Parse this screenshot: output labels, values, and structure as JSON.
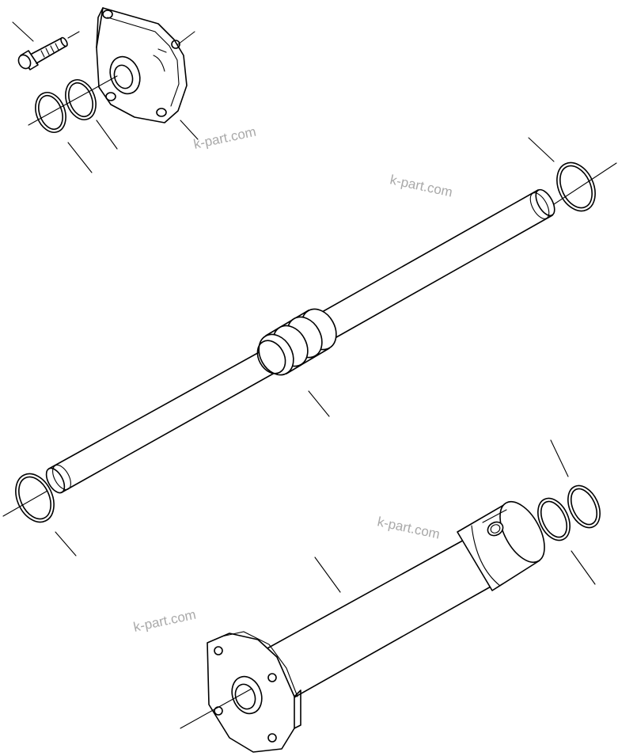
{
  "diagram": {
    "colors": {
      "line": "#000000",
      "background": "#ffffff",
      "watermark": "#a9a9a9"
    },
    "watermarks": [
      "k-part.com",
      "k-part.com",
      "k-part.com",
      "k-part.com"
    ],
    "parts": [
      "cap-screw",
      "head-flange",
      "o-ring-small",
      "backup-ring-small",
      "piston-rod",
      "rod-o-ring-right",
      "rod-o-ring-left",
      "piston",
      "cylinder-tube",
      "tube-o-ring",
      "tube-backup-ring",
      "tube-flange"
    ]
  }
}
